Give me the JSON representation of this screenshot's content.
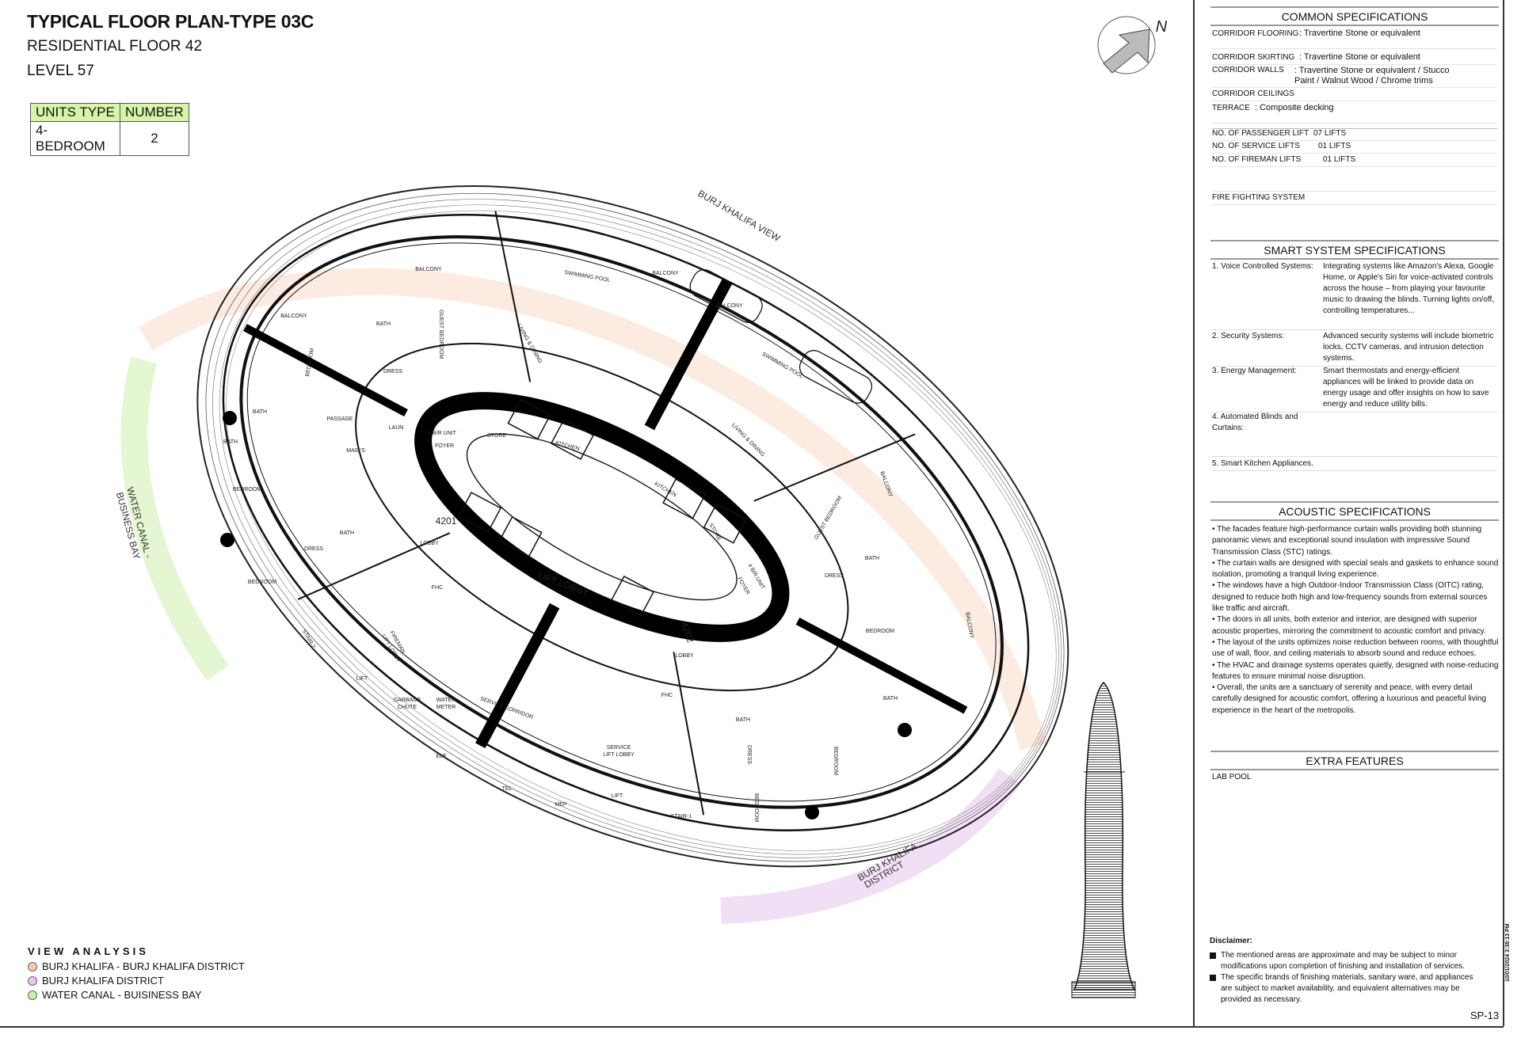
{
  "header": {
    "title": "TYPICAL FLOOR PLAN-TYPE 03C",
    "floor": "RESIDENTIAL FLOOR 42",
    "level": "LEVEL 57"
  },
  "units_table": {
    "headers": [
      "UNITS TYPE",
      "NUMBER"
    ],
    "rows": [
      [
        "4-BEDROOM",
        "2"
      ]
    ]
  },
  "compass": {
    "label": "N",
    "icon": "north-arrow-icon"
  },
  "view_analysis": {
    "title": "VIEW ANALYSIS",
    "items": [
      {
        "label": "BURJ KHALIFA - BURJ KHALIFA DISTRICT",
        "color": "#f6c9b3"
      },
      {
        "label": "BURJ KHALIFA DISTRICT",
        "color": "#e8c6ef"
      },
      {
        "label": "WATER CANAL - BUISINESS BAY",
        "color": "#cbeea2"
      }
    ]
  },
  "plan": {
    "views": {
      "top": "BURJ KHALIFA VIEW",
      "left_1": "WATER CANAL -",
      "left_2": "BUSINESS BAY",
      "bottom_1": "BURJ KHALIFA",
      "bottom_2": "DISTRICT",
      "colors": {
        "peach": "#fcebe1",
        "purple": "#f1e0f5",
        "green": "#e5f6d2"
      }
    },
    "labels": [
      "LIFT LOBBY",
      "4201",
      "4202",
      "LOBBY",
      "LOBBY",
      "4 B/R UNIT",
      "4 B/R UNIT",
      "FOYER",
      "FOYER",
      "STORE",
      "STORE",
      "KITCHEN",
      "KITCHEN",
      "SWIMMING POOL",
      "SWIMMING POOL",
      "LIVING & DINING",
      "LIVING & DINING",
      "SERVICE CORRIDOR",
      "ELE",
      "TEL",
      "MEP",
      "SERVICE",
      "LIFT LOBBY",
      "LIFT",
      "STAIR-1",
      "STAIR-2",
      "FIREMAN",
      "LIFT LOBBY",
      "GARBAGE",
      "CHUTE",
      "WATER",
      "METER",
      "LIFT",
      "PASSAGE",
      "LAUN",
      "MAID'S",
      "BEDROOM",
      "BEDROOM",
      "BEDROOM",
      "BEDROOM",
      "BEDROOM",
      "BEDROOM",
      "GUEST BEDROOM",
      "GUEST BEDROOM",
      "BATH",
      "BATH",
      "BATH",
      "BATH",
      "BATH",
      "BATH",
      "BATH",
      "DRESS",
      "DRESS",
      "DRESS",
      "DRESS",
      "BALCONY",
      "BALCONY",
      "BALCONY",
      "BALCONY",
      "BALCONY",
      "BALCONY",
      "FHC",
      "FHC"
    ]
  },
  "common_specs": {
    "title": "COMMON SPECIFICATIONS",
    "rows": [
      {
        "k": "CORRIDOR FLOORING",
        "v": ": Travertine Stone or equivalent"
      },
      {
        "k": "CORRIDOR SKIRTING",
        "v": ": Travertine Stone or equivalent"
      },
      {
        "k": "CORRIDOR WALLS",
        "v": ": Travertine Stone or equivalent / Stucco Paint / Walnut Wood / Chrome trims"
      },
      {
        "k": "CORRIDOR CEILINGS",
        "v": ""
      },
      {
        "k": "TERRACE",
        "v": ": Composite decking"
      },
      {
        "k": "NO. OF PASSENGER LIFT",
        "v": "07 LIFTS"
      },
      {
        "k": "NO. OF SERVICE LIFTS",
        "v": "01 LIFTS"
      },
      {
        "k": "NO. OF FIREMAN LIFTS",
        "v": "01 LIFTS"
      },
      {
        "k": "FIRE FIGHTING SYSTEM",
        "v": ""
      }
    ]
  },
  "smart_specs": {
    "title": "SMART SYSTEM SPECIFICATIONS",
    "items": [
      {
        "k": "1.  Voice Controlled Systems:",
        "v": "Integrating systems like Amazon's Alexa, Google Home, or Apple's Siri for voice-activated controls across the house – from playing your favourite music to drawing the blinds. Turning lights on/off, controlling temperatures..."
      },
      {
        "k": "2.  Security Systems:",
        "v": "Advanced security systems will include biometric locks, CCTV cameras, and intrusion detection systems."
      },
      {
        "k": "3.  Energy Management:",
        "v": "Smart thermostats and energy-efficient appliances will be linked to provide data on energy usage and offer insights on how to save energy and reduce utility bills."
      },
      {
        "k": "4.  Automated Blinds and Curtains:",
        "v": ""
      },
      {
        "k": "5.  Smart Kitchen Appliances.",
        "v": ""
      }
    ]
  },
  "acoustic_specs": {
    "title": "ACOUSTIC SPECIFICATIONS",
    "bullets": [
      "The facades feature high-performance curtain walls providing both stunning panoramic views and exceptional sound insulation with impressive Sound Transmission Class (STC) ratings.",
      "The curtain walls are designed with special seals and gaskets to enhance sound isolation, promoting a tranquil living experience.",
      "The windows have a high Outdoor-Indoor Transmission Class (OITC) rating, designed to reduce both high and low-frequency sounds from external sources like traffic and aircraft.",
      "The doors in all units, both exterior and interior, are designed with superior acoustic properties, mirroring the commitment to acoustic comfort and privacy.",
      "The layout of the units optimizes noise reduction between rooms, with thoughtful use of wall, floor, and ceiling materials to absorb sound and reduce echoes.",
      "The HVAC and drainage systems operates quietly, designed with noise-reducing features to ensure minimal noise disruption.",
      "Overall, the units are a sanctuary of serenity and peace, with every detail carefully designed for acoustic comfort, offering a luxurious and peaceful living experience in the heart of the metropolis."
    ]
  },
  "extra_features": {
    "title": "EXTRA FEATURES",
    "items": [
      "LAB POOL"
    ]
  },
  "disclaimer": {
    "title": "Disclaimer:",
    "items": [
      "The mentioned areas are approximate and may be subject to minor modifications  upon completion of finishing and installation of services.",
      "The specific brands of finishing materials, sanitary ware, and appliances are subject to market availability, and equivalent alternatives may be provided as necessary."
    ]
  },
  "sheet": {
    "number": "SP-13",
    "timestamp": "10/01/2024 3:38:13 PM"
  }
}
